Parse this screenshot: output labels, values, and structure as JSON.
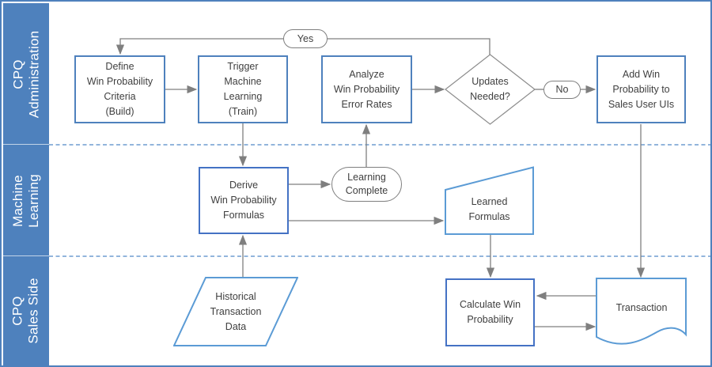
{
  "diagram": {
    "lanes": [
      {
        "id": "cpq-administration",
        "line1": "CPQ",
        "line2": "Administration"
      },
      {
        "id": "machine-learning",
        "line1": "Machine",
        "line2": "Learning"
      },
      {
        "id": "cpq-sales-side",
        "line1": "CPQ",
        "line2": "Sales Side"
      }
    ],
    "nodes": {
      "define": {
        "label": "Define\nWin Probability\nCriteria\n(Build)"
      },
      "trigger": {
        "label": "Trigger\nMachine\nLearning\n(Train)"
      },
      "analyze": {
        "label": "Analyze\nWin Probability\nError Rates"
      },
      "updates_needed": {
        "label": "Updates\nNeeded?"
      },
      "add_win": {
        "label": "Add Win\nProbability to\nSales User UIs"
      },
      "derive": {
        "label": "Derive\nWin Probability\nFormulas"
      },
      "learning_complete": {
        "label": "Learning\nComplete"
      },
      "learned_formulas": {
        "label": "Learned\nFormulas"
      },
      "historical": {
        "label": "Historical\nTransaction\nData"
      },
      "calculate": {
        "label": "Calculate Win\nProbability"
      },
      "transaction": {
        "label": "Transaction"
      }
    },
    "edge_labels": {
      "yes": "Yes",
      "no": "No"
    },
    "colors": {
      "lane_fill": "#4E81BD",
      "box_border_steel": "#4E81BD",
      "box_border_accent": "#4472C4",
      "shape_border_light": "#5B9BD5",
      "connector": "#7F7F7F",
      "diamond_border": "#8C8C8C",
      "text": "#3F3F3F",
      "lane_divider": "#5089C6"
    }
  }
}
